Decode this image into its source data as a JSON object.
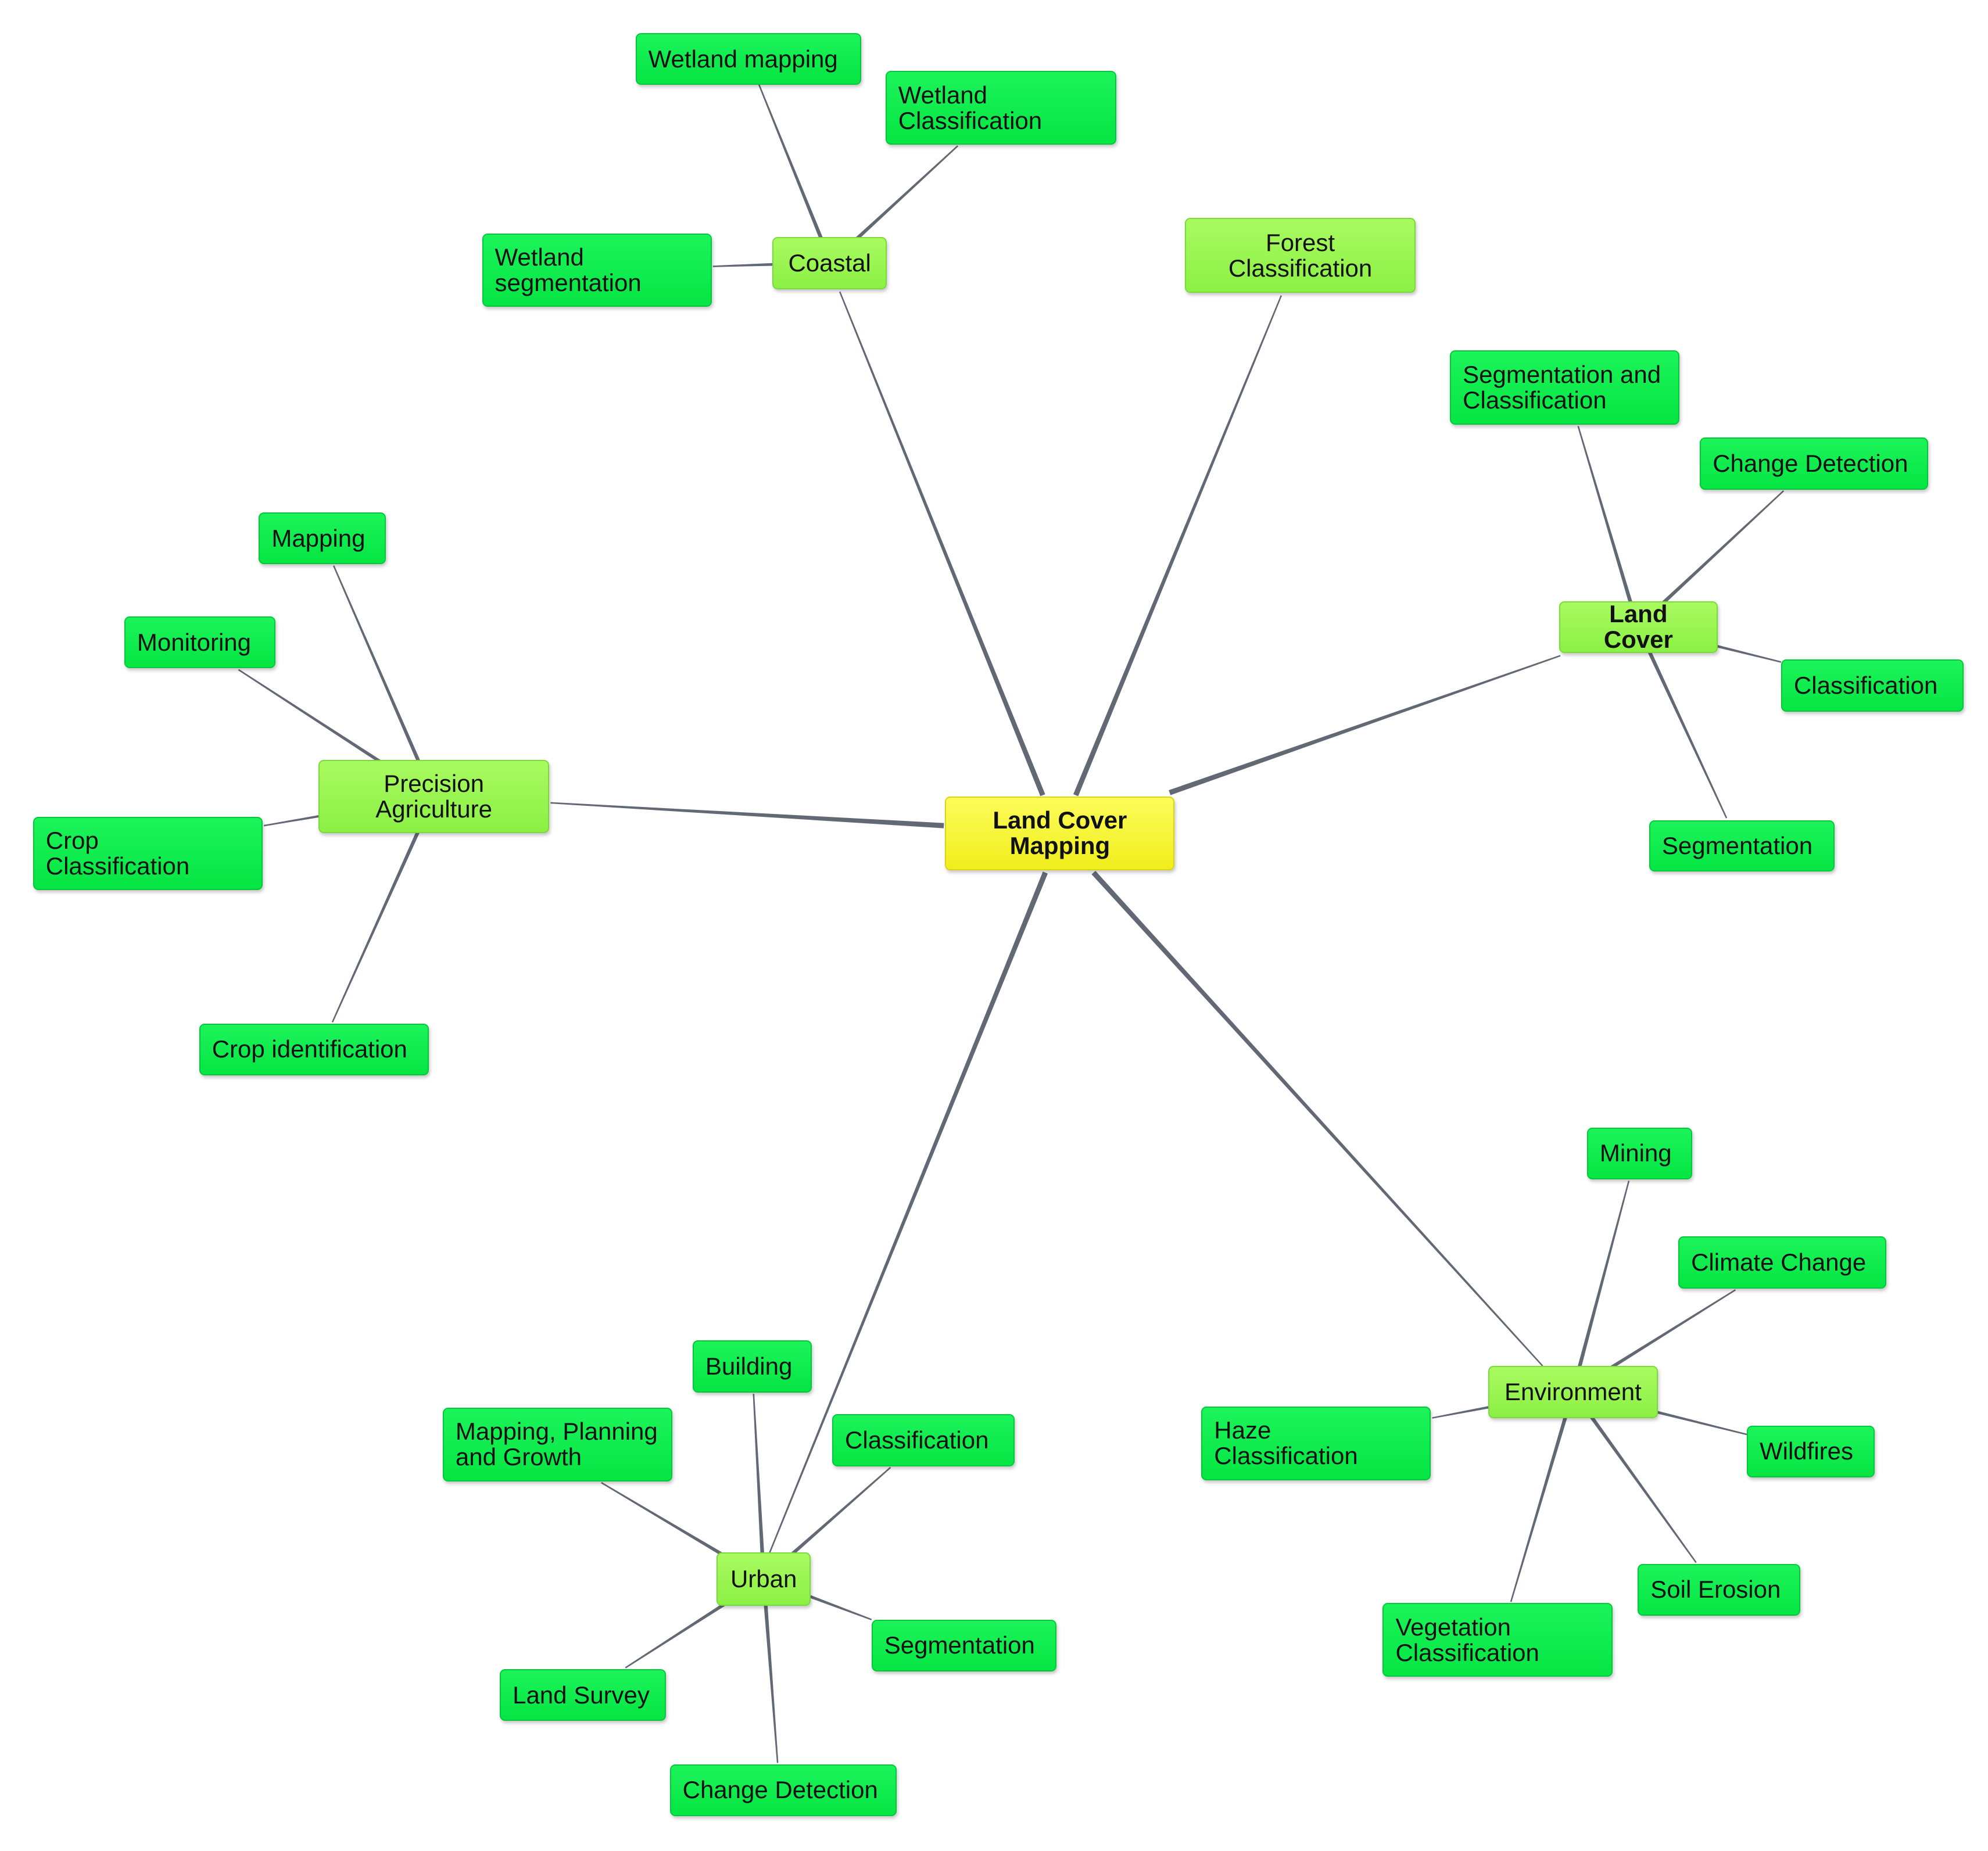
{
  "diagram": {
    "type": "mind-map",
    "root": {
      "id": "root",
      "label": "Land Cover\nMapping"
    },
    "branches": [
      {
        "id": "coastal",
        "label": "Coastal",
        "children": [
          {
            "id": "c1",
            "label": "Wetland mapping"
          },
          {
            "id": "c2",
            "label": "Wetland\nClassification"
          },
          {
            "id": "c3",
            "label": "Wetland\nsegmentation"
          }
        ]
      },
      {
        "id": "forest",
        "label": "Forest\nClassification",
        "children": []
      },
      {
        "id": "landcover",
        "label": "Land Cover",
        "bold": true,
        "children": [
          {
            "id": "l1",
            "label": "Segmentation and\nClassification"
          },
          {
            "id": "l2",
            "label": "Change Detection"
          },
          {
            "id": "l3",
            "label": "Classification"
          },
          {
            "id": "l4",
            "label": "Segmentation"
          }
        ]
      },
      {
        "id": "precision",
        "label": "Precision\nAgriculture",
        "children": [
          {
            "id": "p1",
            "label": "Mapping"
          },
          {
            "id": "p2",
            "label": "Monitoring"
          },
          {
            "id": "p3",
            "label": "Crop\nClassification"
          },
          {
            "id": "p4",
            "label": "Crop identification"
          }
        ]
      },
      {
        "id": "urban",
        "label": "Urban",
        "children": [
          {
            "id": "u1",
            "label": "Building"
          },
          {
            "id": "u2",
            "label": "Mapping, Planning\nand Growth"
          },
          {
            "id": "u3",
            "label": "Classification"
          },
          {
            "id": "u4",
            "label": "Segmentation"
          },
          {
            "id": "u5",
            "label": "Land Survey"
          },
          {
            "id": "u6",
            "label": "Change Detection"
          }
        ]
      },
      {
        "id": "environment",
        "label": "Environment",
        "children": [
          {
            "id": "e1",
            "label": "Mining"
          },
          {
            "id": "e2",
            "label": "Climate Change"
          },
          {
            "id": "e3",
            "label": "Haze\nClassification"
          },
          {
            "id": "e4",
            "label": "Wildfires"
          },
          {
            "id": "e5",
            "label": "Soil Erosion"
          },
          {
            "id": "e6",
            "label": "Vegetation\nClassification"
          }
        ]
      }
    ],
    "colors": {
      "root_fill": "#f6f32a",
      "branch_fill": "#99f44f",
      "leaf_fill": "#11ec4f",
      "connector": "#626874",
      "background": "#ffffff"
    }
  }
}
